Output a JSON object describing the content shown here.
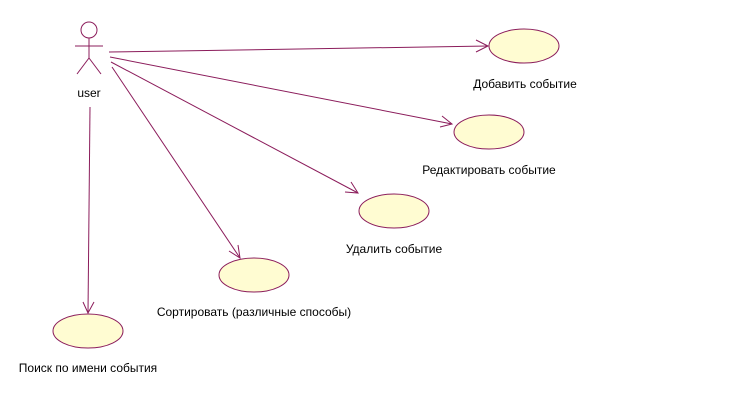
{
  "diagram": {
    "actor": {
      "name": "user"
    },
    "use_cases": [
      {
        "id": "add",
        "label": "Добавить событие"
      },
      {
        "id": "edit",
        "label": "Редактировать событие"
      },
      {
        "id": "delete",
        "label": "Удалить событие"
      },
      {
        "id": "sort",
        "label": "Сортировать (различные способы)"
      },
      {
        "id": "search",
        "label": "Поиск по имени события"
      }
    ],
    "colors": {
      "association": "#8b1c5b",
      "usecase_fill": "#fffcd2",
      "usecase_stroke": "#8b1c5b",
      "actor_stroke": "#8b1c5b"
    }
  }
}
